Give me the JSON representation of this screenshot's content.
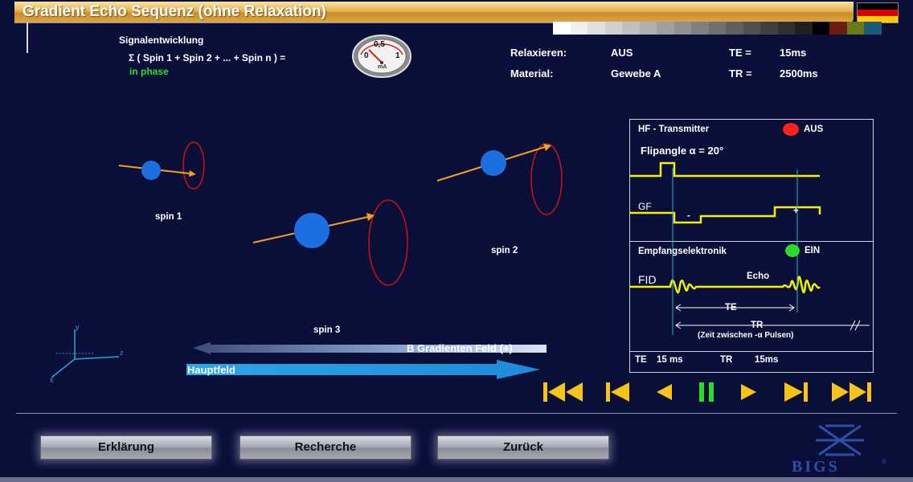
{
  "title": "Gradient Echo Sequenz (ohne Relaxation)",
  "colors": {
    "accent_gold": "#dca64a",
    "background": "#0a0f3a",
    "panel_yellow": "#f2f200",
    "green": "#2bdc2b",
    "red": "#ff2020"
  },
  "signal": {
    "heading": "Signalentwicklung",
    "formula": "Σ ( Spin 1 + Spin 2 + ... + Spin n ) =",
    "state": "in phase"
  },
  "meter": {
    "scale_mid": "0,5",
    "scale_min": "0",
    "scale_max": "1",
    "unit": "mA",
    "reading_fraction": 0.0
  },
  "params": {
    "relax_label": "Relaxieren:",
    "relax_value": "AUS",
    "material_label": "Material:",
    "material_value": "Gewebe A",
    "te_label": "TE =",
    "te_value": "15ms",
    "tr_label": "TR =",
    "tr_value": "2500ms"
  },
  "spins": {
    "spin1": "spin 1",
    "spin2": "spin 2",
    "spin3": "spin 3"
  },
  "axes": {
    "x": "x",
    "y": "y",
    "z": "z"
  },
  "fields": {
    "gradient": "B Gradienten Feld (+)",
    "main": "Hauptfeld"
  },
  "panel": {
    "hf_label": "HF - Transmitter",
    "hf_status": "AUS",
    "flipangle": "Flipangle α = 20°",
    "gf_label": "GF",
    "gf_minus": "-",
    "gf_plus": "+",
    "recv_label": "Empfangselektronik",
    "recv_status": "EIN",
    "fid": "FID",
    "echo": "Echo",
    "te_marker": "TE",
    "tr_marker": "TR",
    "tr_note": "(Zeit zwischen -α Pulsen)",
    "footer_te_label": "TE",
    "footer_te_value": "15 ms",
    "footer_tr_label": "TR",
    "footer_tr_value": "15ms"
  },
  "buttons": {
    "explain": "Erklärung",
    "research": "Recherche",
    "back": "Zurück"
  },
  "logo": {
    "text": "BIGS",
    "mark": "®"
  },
  "controls": [
    "skip-back-icon",
    "step-back-icon",
    "play-reverse-icon",
    "pause-icon",
    "play-icon",
    "step-forward-icon",
    "skip-forward-icon"
  ]
}
